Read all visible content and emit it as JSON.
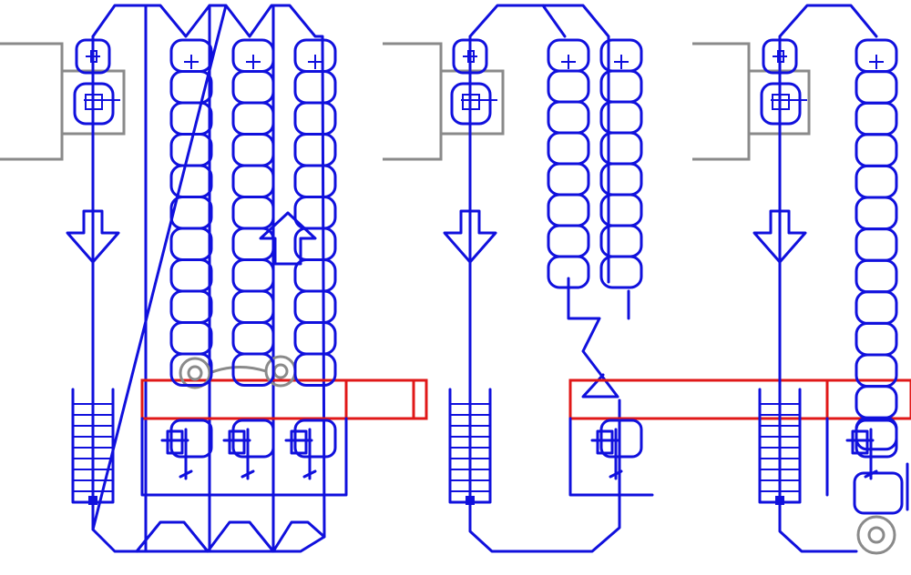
{
  "colors": {
    "line": "#1010dd",
    "frame": "#8a8a8a",
    "highlight": "#e01818",
    "background": "#ffffff"
  },
  "icons": [
    "stair-icon",
    "down-arrow-icon",
    "up-arrow-icon",
    "roller-icon",
    "gear-icon"
  ],
  "assemblies": [
    {
      "id": "left",
      "chains": 3,
      "arrows": [
        "down",
        "up"
      ]
    },
    {
      "id": "middle",
      "chains": 2,
      "arrows": [
        "down"
      ]
    },
    {
      "id": "right",
      "chains": 1,
      "arrows": [
        "down"
      ]
    }
  ]
}
